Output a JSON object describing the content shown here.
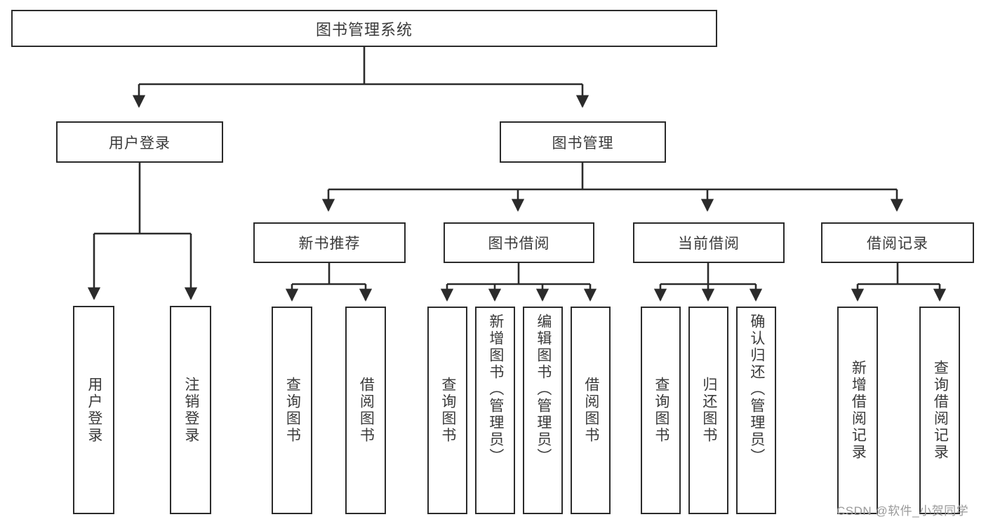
{
  "diagram": {
    "type": "tree-hierarchy-chart",
    "title": "图书管理系统",
    "watermark": "CSDN @软件_小贺同学",
    "colors": {
      "box_border": "#2b2b2b",
      "box_fill": "#ffffff",
      "text": "#3a3a3a",
      "connector": "#2b2b2b",
      "watermark": "#9a9a9a",
      "background": "#ffffff"
    },
    "levels": {
      "root": {
        "label": "图书管理系统"
      },
      "modules": [
        {
          "label": "用户登录"
        },
        {
          "label": "图书管理"
        }
      ],
      "submodules": [
        {
          "label": "新书推荐"
        },
        {
          "label": "图书借阅"
        },
        {
          "label": "当前借阅"
        },
        {
          "label": "借阅记录"
        }
      ],
      "leaves": {
        "user_login": [
          {
            "label": "用户登录"
          },
          {
            "label": "注销登录"
          }
        ],
        "new_book_recommend": [
          {
            "label": "查询图书"
          },
          {
            "label": "借阅图书"
          }
        ],
        "book_borrow": [
          {
            "label": "查询图书"
          },
          {
            "label": "新增图书（管理员）"
          },
          {
            "label": "编辑图书（管理员）"
          },
          {
            "label": "借阅图书"
          }
        ],
        "current_borrow": [
          {
            "label": "查询图书"
          },
          {
            "label": "归还图书"
          },
          {
            "label": "确认归还（管理员）"
          }
        ],
        "borrow_records": [
          {
            "label": "新增借阅记录"
          },
          {
            "label": "查询借阅记录"
          }
        ]
      }
    }
  }
}
